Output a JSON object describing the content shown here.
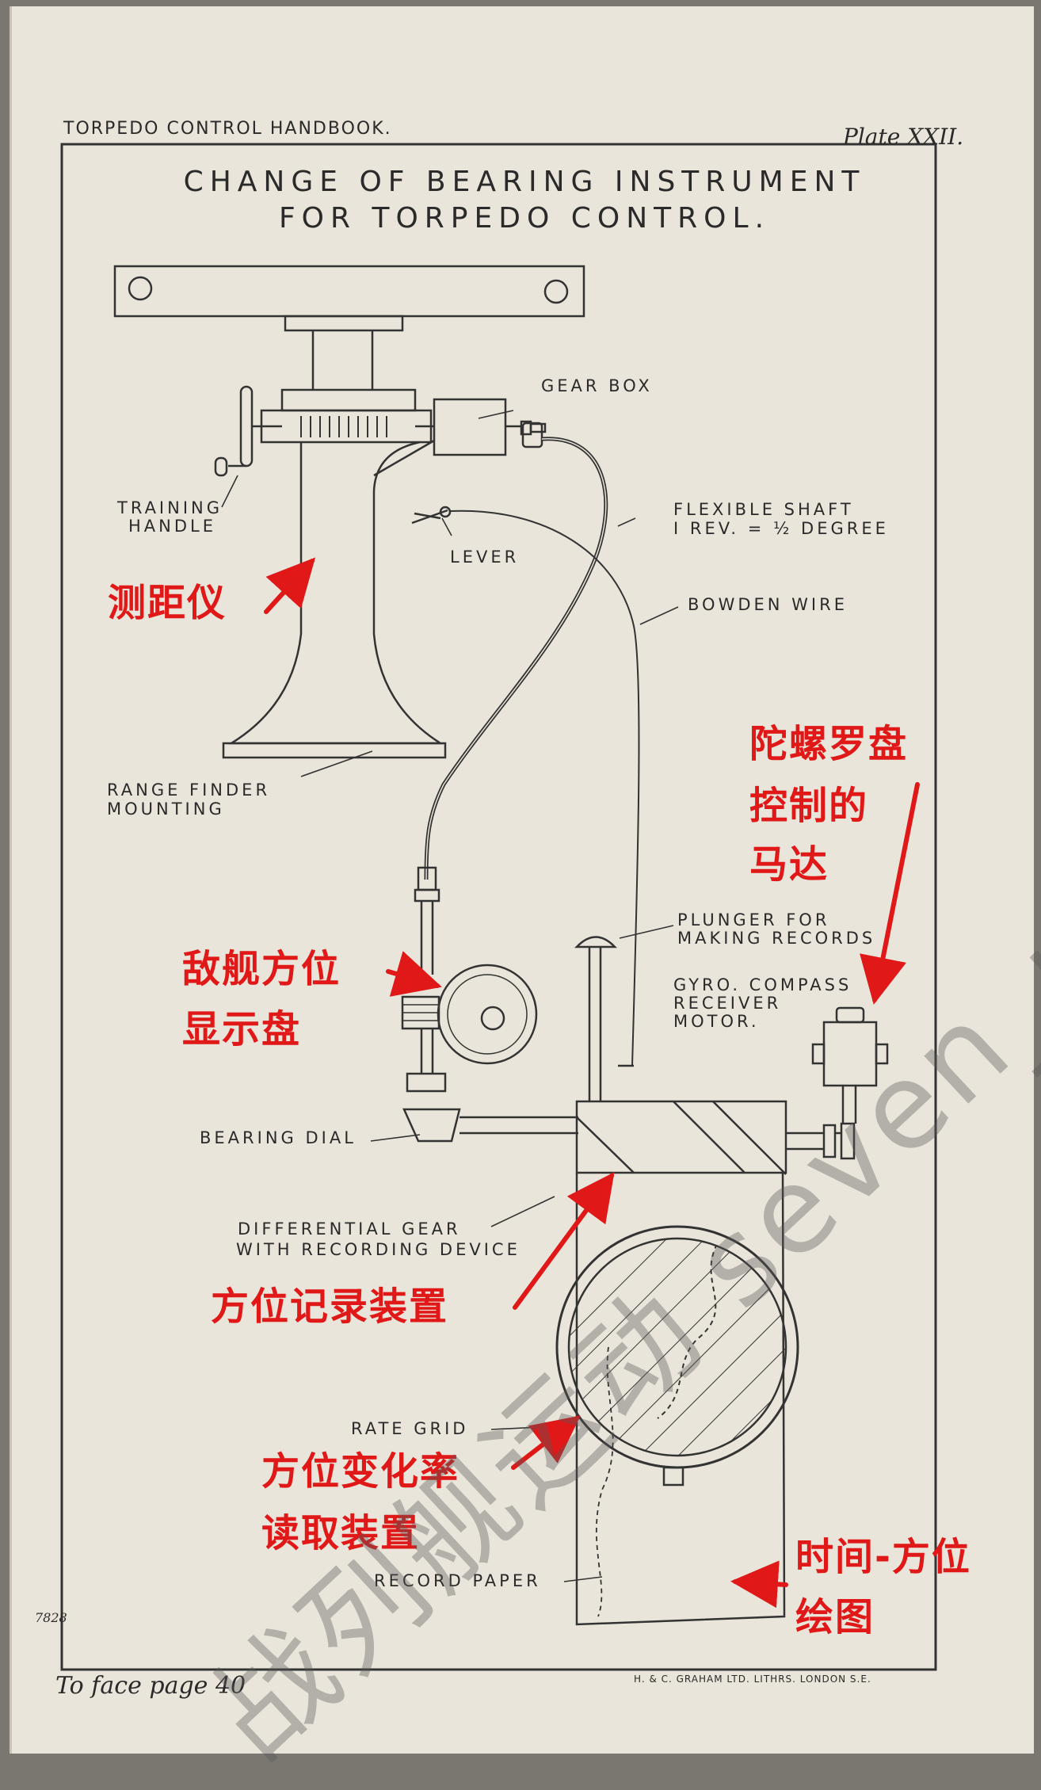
{
  "header": {
    "book_title": "TORPEDO CONTROL HANDBOOK.",
    "plate": "Plate XXII."
  },
  "title": {
    "line1": "CHANGE OF BEARING INSTRUMENT",
    "line2": "FOR TORPEDO CONTROL."
  },
  "labels": {
    "gear_box": "GEAR BOX",
    "training_handle_1": "TRAINING",
    "training_handle_2": "HANDLE",
    "flexible_shaft_1": "FLEXIBLE SHAFT",
    "flexible_shaft_2": "I REV. = ½ DEGREE",
    "lever": "LEVER",
    "bowden_wire": "BOWDEN WIRE",
    "range_finder_1": "RANGE FINDER",
    "range_finder_2": "MOUNTING",
    "plunger_1": "PLUNGER FOR",
    "plunger_2": "MAKING RECORDS",
    "gyro_1": "GYRO. COMPASS",
    "gyro_2": "RECEIVER",
    "gyro_3": "MOTOR.",
    "bearing_dial": "BEARING DIAL",
    "differential_1": "DIFFERENTIAL GEAR",
    "differential_2": "WITH RECORDING DEVICE",
    "rate_grid": "RATE GRID",
    "record_paper": "RECORD PAPER"
  },
  "footer": {
    "plate_number": "7828",
    "face_page": "To face page 40",
    "printer": "H. & C. GRAHAM LTD. LITHRS. LONDON S.E."
  },
  "annotations": {
    "rangefinder": "测距仪",
    "gyro_motor_1": "陀螺罗盘",
    "gyro_motor_2": "控制的",
    "gyro_motor_3": "马达",
    "enemy_bearing_1": "敌舰方位",
    "enemy_bearing_2": "显示盘",
    "bearing_recorder": "方位记录装置",
    "rate_reader_1": "方位变化率",
    "rate_reader_2": "读取装置",
    "time_bearing_1": "时间-方位",
    "time_bearing_2": "绘图"
  },
  "watermark": "战列舰运动 seven_nana",
  "colors": {
    "annotation": "#e01818",
    "paper": "#e9e5da",
    "ink": "#2a2a2a"
  }
}
